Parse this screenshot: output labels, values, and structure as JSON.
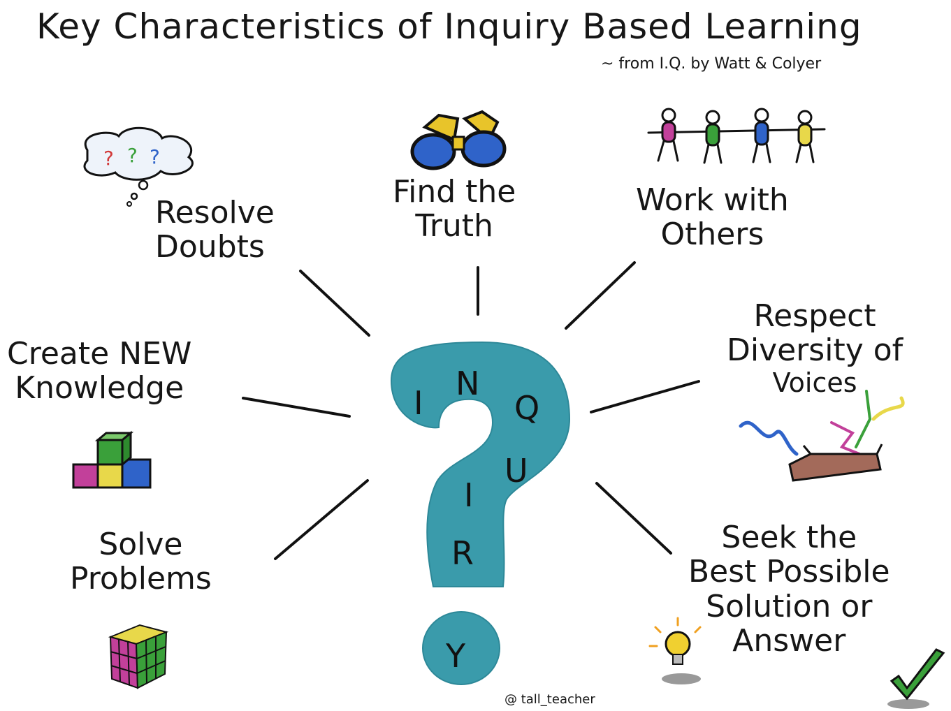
{
  "title": "Key Characteristics of Inquiry Based Learning",
  "subtitle": "~ from I.Q. by Watt & Colyer",
  "center": {
    "letters": [
      "I",
      "N",
      "Q",
      "U",
      "I",
      "R",
      "Y"
    ],
    "color": "#3a9bab"
  },
  "items": [
    {
      "lines": [
        "Resolve",
        "Doubts"
      ],
      "icon": "thought-bubble-icon"
    },
    {
      "lines": [
        "Find the",
        "Truth"
      ],
      "icon": "binoculars-icon"
    },
    {
      "lines": [
        "Work with",
        "Others"
      ],
      "icon": "people-holding-hands-icon"
    },
    {
      "lines": [
        "Respect",
        "Diversity of",
        "Voices"
      ],
      "icon": "open-box-streamers-icon"
    },
    {
      "lines": [
        "Seek the",
        "Best Possible",
        "Solution or",
        "Answer"
      ],
      "icon": "lightbulb-icon",
      "icon2": "checkmark-icon"
    },
    {
      "lines": [
        "Solve",
        "Problems"
      ],
      "icon": "rubiks-cube-icon"
    },
    {
      "lines": [
        "Create NEW",
        "Knowledge"
      ],
      "icon": "stacked-blocks-icon"
    }
  ],
  "credit": "@ tall_teacher"
}
